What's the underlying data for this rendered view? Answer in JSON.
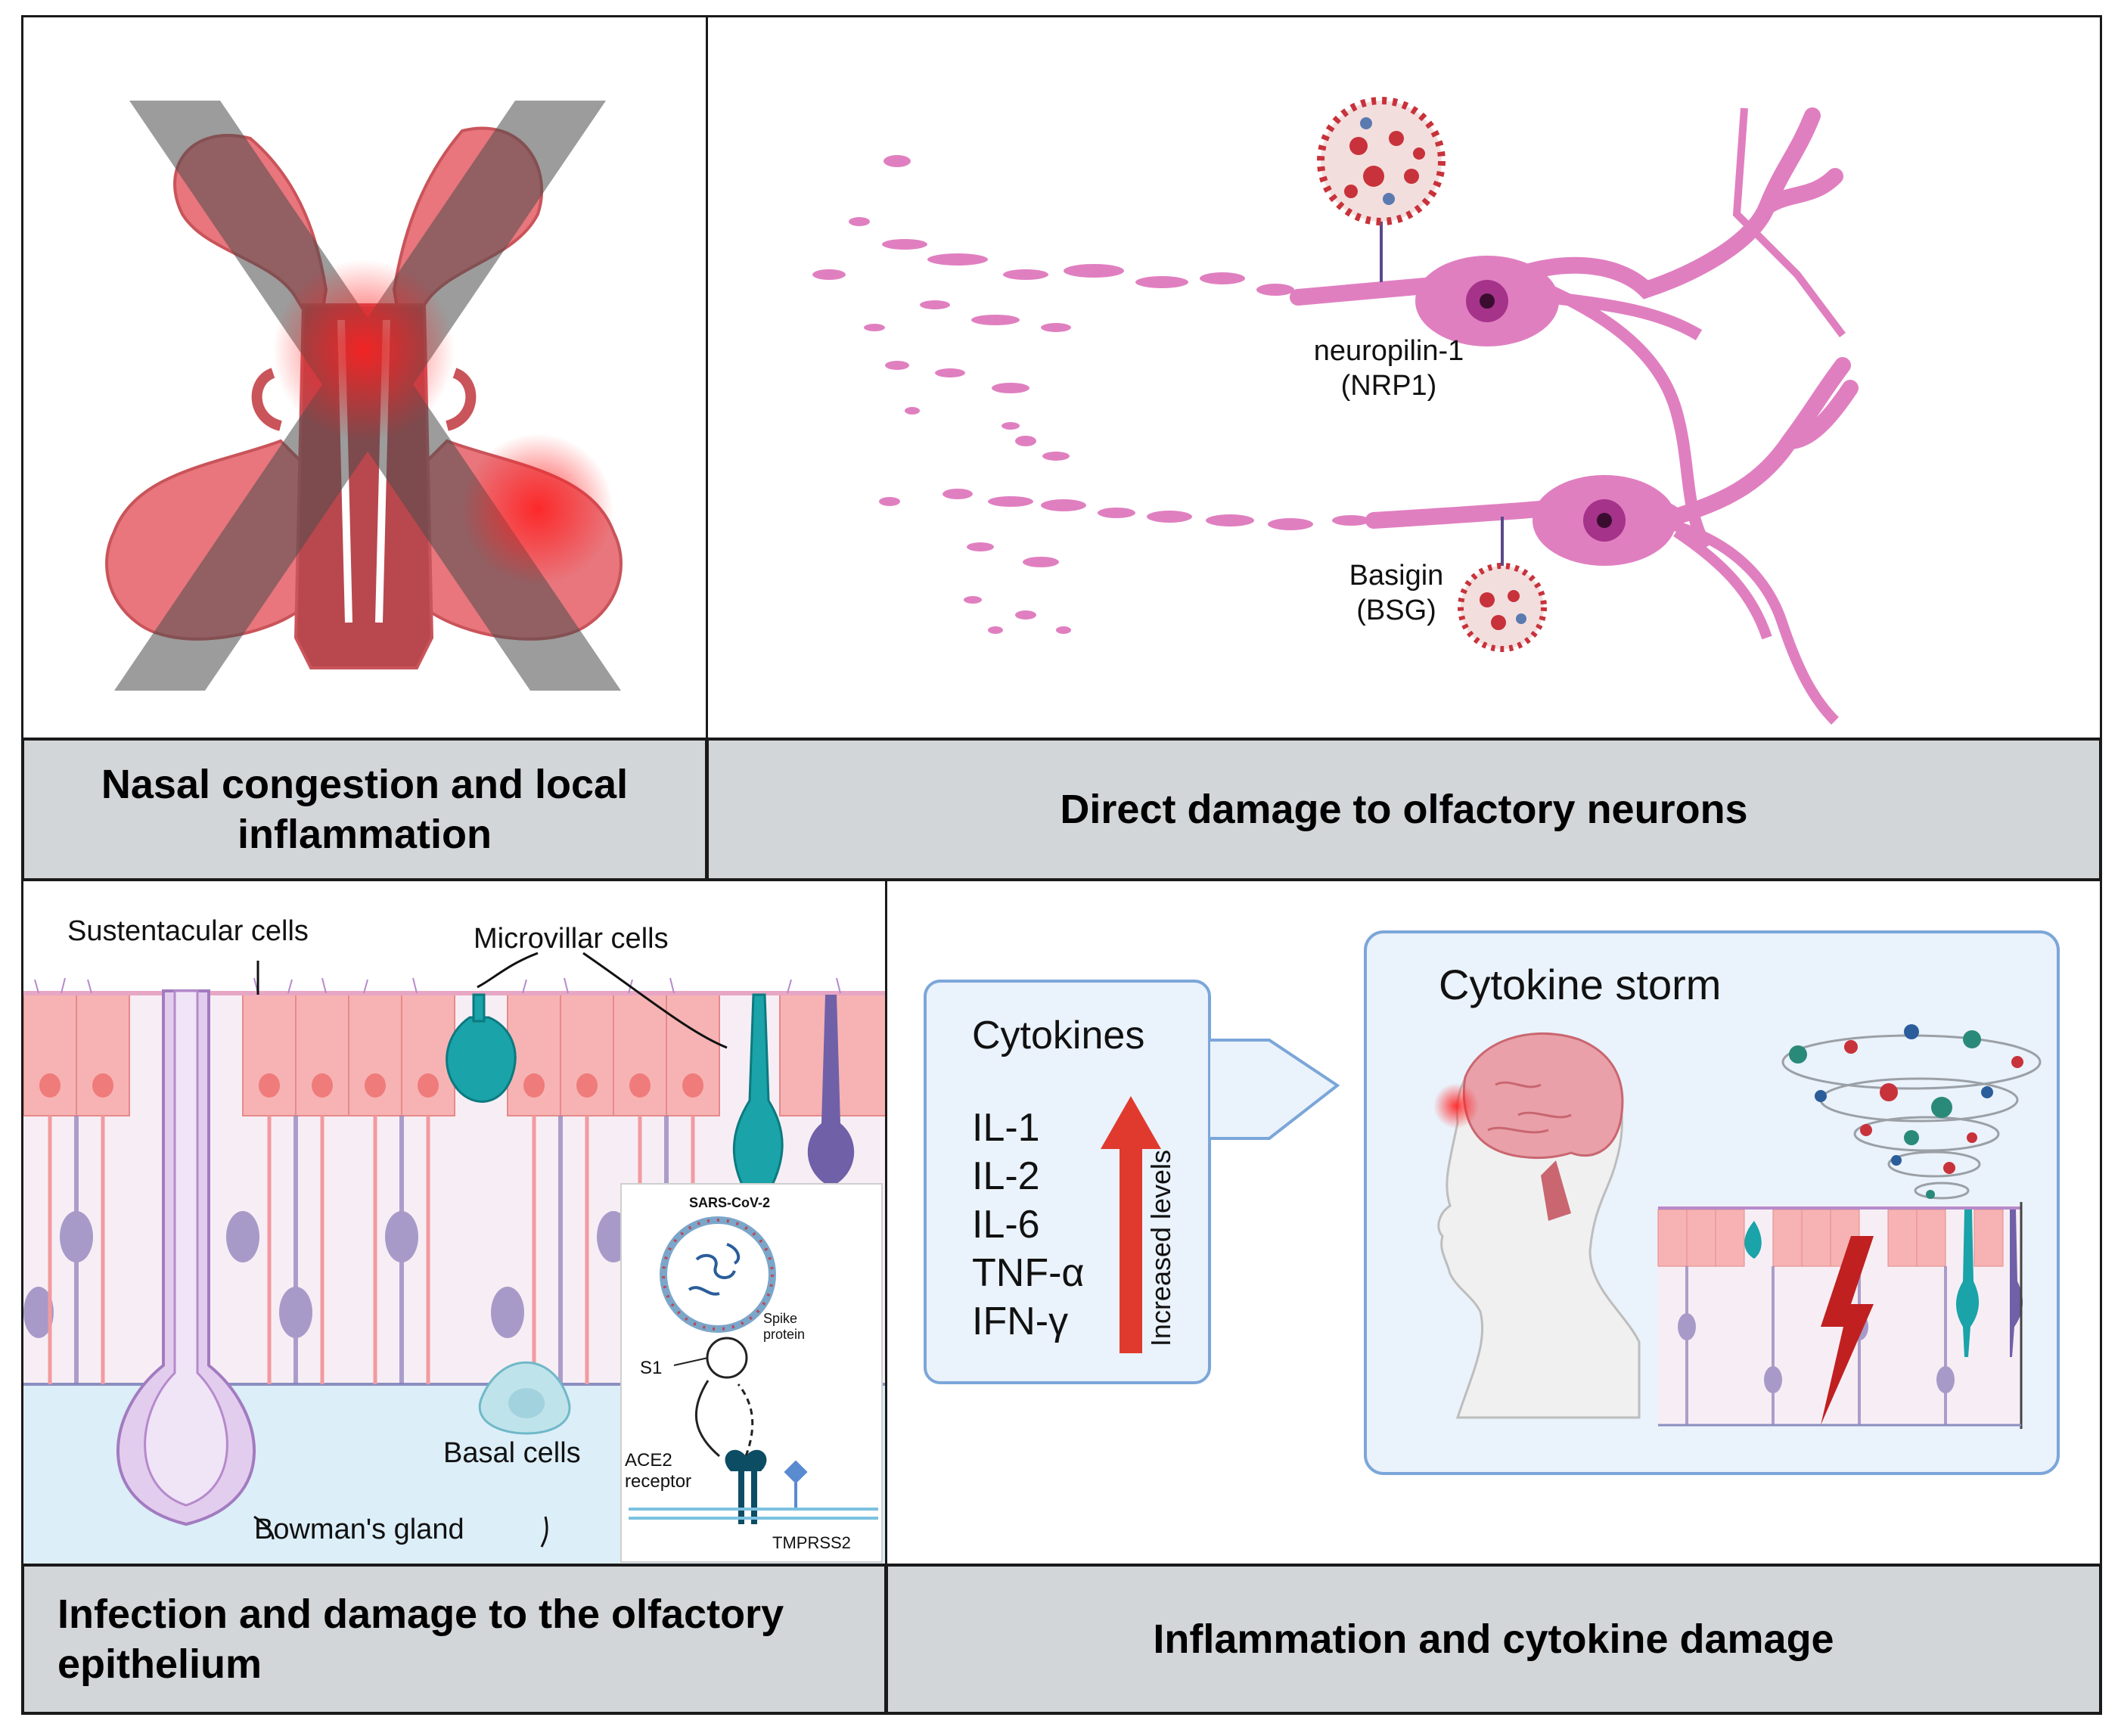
{
  "panels": {
    "top_left": {
      "caption": "Nasal congestion and local inflammation"
    },
    "top_right": {
      "caption": "Direct damage to olfactory neurons",
      "labels": {
        "nrp1_line1": "neuropilin-1",
        "nrp1_line2": "(NRP1)",
        "bsg_line1": "Basigin",
        "bsg_line2": "(BSG)"
      }
    },
    "bottom_left": {
      "caption": "Infection and damage to the olfactory epithelium",
      "labels": {
        "sustentacular": "Sustentacular cells",
        "microvillar": "Microvillar cells",
        "basal": "Basal cells",
        "bowman": "Bowman's gland"
      },
      "inset": {
        "title": "SARS-CoV-2",
        "spike": "Spike protein",
        "s1": "S1",
        "ace2_line1": "ACE2",
        "ace2_line2": "receptor",
        "tmprss2": "TMPRSS2"
      }
    },
    "bottom_right": {
      "caption": "Inflammation and cytokine damage",
      "cytokines_title": "Cytokines",
      "cytokines": [
        "IL-1",
        "IL-2",
        "IL-6",
        "TNF-α",
        "IFN-γ"
      ],
      "arrow_label": "Increased levels",
      "storm_title": "Cytokine storm"
    }
  },
  "colors": {
    "neuron": "#e07fc0",
    "nasal": "#e8767c",
    "epithelium_pink": "#f7b3b3",
    "microvillar_teal": "#1aa3a8",
    "bowman_purple": "#c9a0dc",
    "basal_blue": "#bfe3ea",
    "virus_red": "#c8323a",
    "arrow_red": "#e03a2e",
    "caption_gray": "#d3d6d8",
    "box_blue": "#eaf2fb"
  }
}
